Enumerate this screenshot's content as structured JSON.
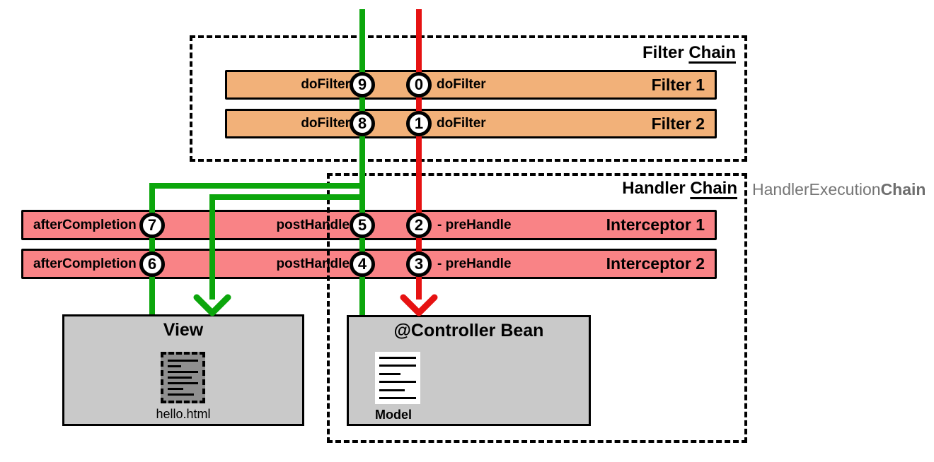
{
  "filter_chain": {
    "title": {
      "prefix": "Filter ",
      "underlined": "Chain"
    },
    "rows": [
      {
        "name": "Filter 1",
        "left_method": "doFilter",
        "left_step": "9",
        "right_step": "0",
        "right_method": "doFilter"
      },
      {
        "name": "Filter 2",
        "left_method": "doFilter",
        "left_step": "8",
        "right_step": "1",
        "right_method": "doFilter"
      }
    ]
  },
  "handler_chain": {
    "title": {
      "prefix": "Handler ",
      "underlined": "Chain"
    },
    "side_label": {
      "regular": "HandlerExecution",
      "bold": "Chain"
    },
    "rows": [
      {
        "name": "Interceptor 1",
        "after_method": "afterCompletion",
        "after_step": "7",
        "post_method": "postHandle",
        "post_step": "5",
        "pre_step": "2",
        "pre_method": "- preHandle"
      },
      {
        "name": "Interceptor 2",
        "after_method": "afterCompletion",
        "after_step": "6",
        "post_method": "postHandle",
        "post_step": "4",
        "pre_step": "3",
        "pre_method": "- preHandle"
      }
    ]
  },
  "view": {
    "title": "View",
    "file_name": "hello.html"
  },
  "controller": {
    "title": "@Controller Bean",
    "model_label": "Model"
  },
  "colors": {
    "filter_bar_fill": "#F2B179",
    "interceptor_bar_fill": "#F98386",
    "component_box_fill": "#C9C9C9",
    "request_line": "#E61212",
    "response_line": "#0CA60C",
    "side_label_text": "#757575"
  }
}
